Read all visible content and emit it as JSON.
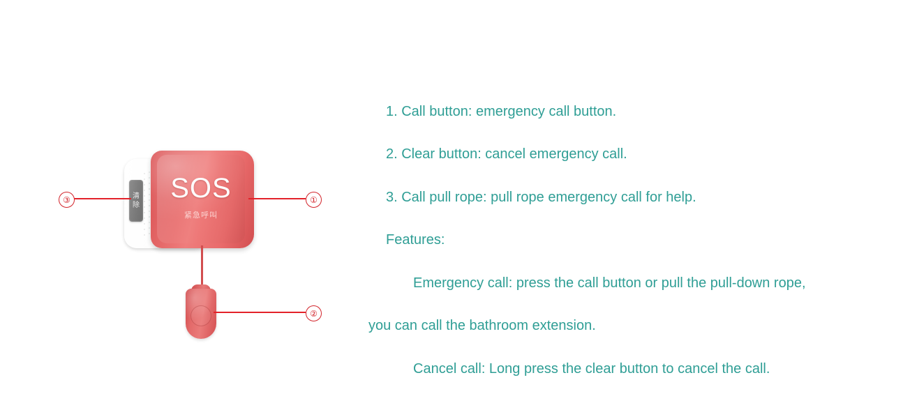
{
  "page": {
    "background": "#ffffff",
    "text_color": "#2f9e95",
    "accent_red": "#e3222a"
  },
  "device": {
    "brand_label": "SOS",
    "brand_sublabel": "紧急呼叫",
    "clear_button_chars": [
      "清",
      "除"
    ],
    "body_color": "#ffffff",
    "panel_color": "#e96b6b",
    "pendant_color": "#dd5c5d"
  },
  "callouts": [
    {
      "id": "callout-1",
      "marker": "①",
      "target": "sos-call-button"
    },
    {
      "id": "callout-2",
      "marker": "②",
      "target": "pull-rope-pendant"
    },
    {
      "id": "callout-3",
      "marker": "③",
      "target": "clear-button"
    }
  ],
  "description": {
    "lines": [
      "1. Call button: emergency call button.",
      "2. Clear button: cancel emergency call.",
      "3. Call pull rope: pull rope emergency call for help.",
      "Features:",
      "Emergency call: press the call button or pull the pull-down rope,",
      "you can call the bathroom extension.",
      "Cancel call: Long press the clear button to cancel the call."
    ]
  }
}
